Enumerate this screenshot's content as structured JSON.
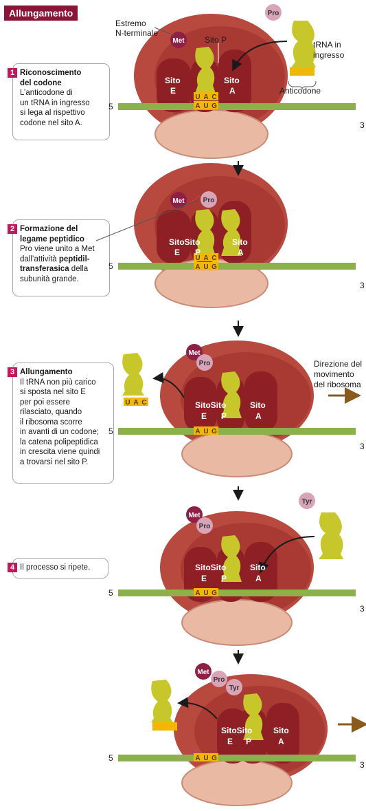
{
  "title": "Allungamento",
  "labels": {
    "estremo": "Estremo",
    "n_terminale": "N-terminale",
    "sito_p": "Sito P",
    "trna_in": "tRNA in",
    "ingresso": "ingresso",
    "anticodone": "Anticodone",
    "direzione1": "Direzione del",
    "direzione2": "movimento",
    "direzione3": "del ribosoma",
    "five": "5",
    "three": "3",
    "sito": "Sito",
    "sitosito": "SitoSito",
    "e": "E",
    "p": "P",
    "a": "A"
  },
  "amino": {
    "met": "Met",
    "pro": "Pro",
    "tyr": "Tyr"
  },
  "codons": {
    "uac": [
      "U",
      "A",
      "C"
    ],
    "aug": [
      "A",
      "U",
      "G"
    ]
  },
  "steps": [
    {
      "num": "1",
      "title1": "Riconoscimento",
      "title2": "del codone",
      "lines": [
        "L’anticodone di",
        "un tRNA in ingresso",
        "si lega al rispettivo",
        "codone nel sito A."
      ]
    },
    {
      "num": "2",
      "title1": "Formazione del",
      "title2": "legame peptidico",
      "line1": "Pro viene unito a Met",
      "line2a": "dall’attività ",
      "line2b": "peptidil-",
      "line3a": "transferasica",
      "line3b": " della",
      "line4": "subunità grande."
    },
    {
      "num": "3",
      "title1": "Allungamento",
      "lines": [
        "Il tRNA non più carico",
        "si sposta nel sito E",
        "per poi essere",
        "rilasciato, quando",
        "il ribosoma scorre",
        "in avanti di un codone;",
        "la catena polipeptidica",
        "in crescita viene quindi",
        "a trovarsi nel sito P."
      ]
    },
    {
      "num": "4",
      "text": "Il processo si ripete."
    }
  ],
  "colors": {
    "badge": "#8a1538",
    "step_num": "#c2185b",
    "ribosome_large": "#b8493f",
    "ribosome_small": "#e9b9a4",
    "site": "#8e1f24",
    "mrna": "#8cb04a",
    "trna": "#c7c62a",
    "codon": "#f2b705",
    "arrow_move": "#8a5a1c"
  }
}
